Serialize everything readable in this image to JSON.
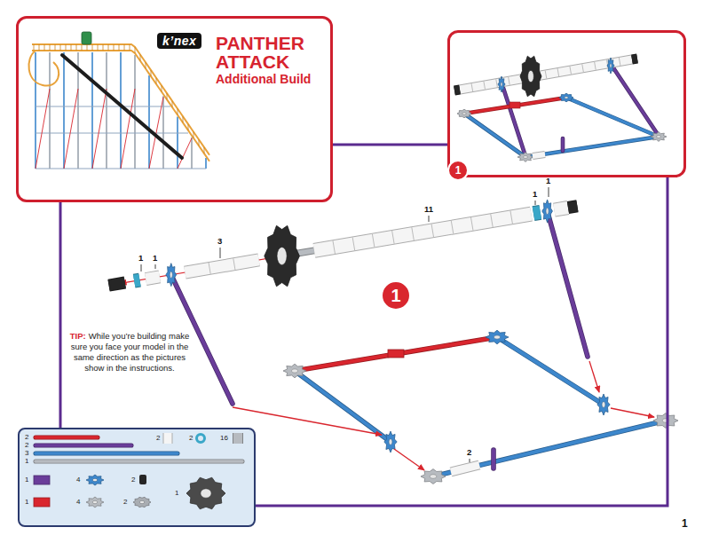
{
  "diagram": {
    "nodes": [
      {
        "text": [
          "k’nex",
          "PANTHER ATTACK",
          "Additional Build"
        ]
      },
      {
        "text": []
      },
      {
        "text": [
          "1"
        ],
        "in": 1
      },
      {
        "text": [
          "1"
        ]
      },
      {
        "text": [
          "2",
          "2",
          "2",
          "16",
          "2",
          "3",
          "1",
          "1",
          "4",
          "2",
          "1",
          "1",
          "4",
          "2"
        ]
      }
    ],
    "edges": [
      {
        "from": 0,
        "to": 1,
        "arrow": "none"
      },
      {
        "from": 0,
        "to": 4,
        "arrow": "none"
      },
      {
        "from": 1,
        "to": 4,
        "arrow": "none"
      }
    ],
    "labels": [
      "1",
      "1",
      "3",
      "11",
      "1",
      "1",
      "2",
      "TIP:",
      "While you’re building make sure you face your model in the same direction as the pictures show in the instructions.",
      "1"
    ]
  }
}
